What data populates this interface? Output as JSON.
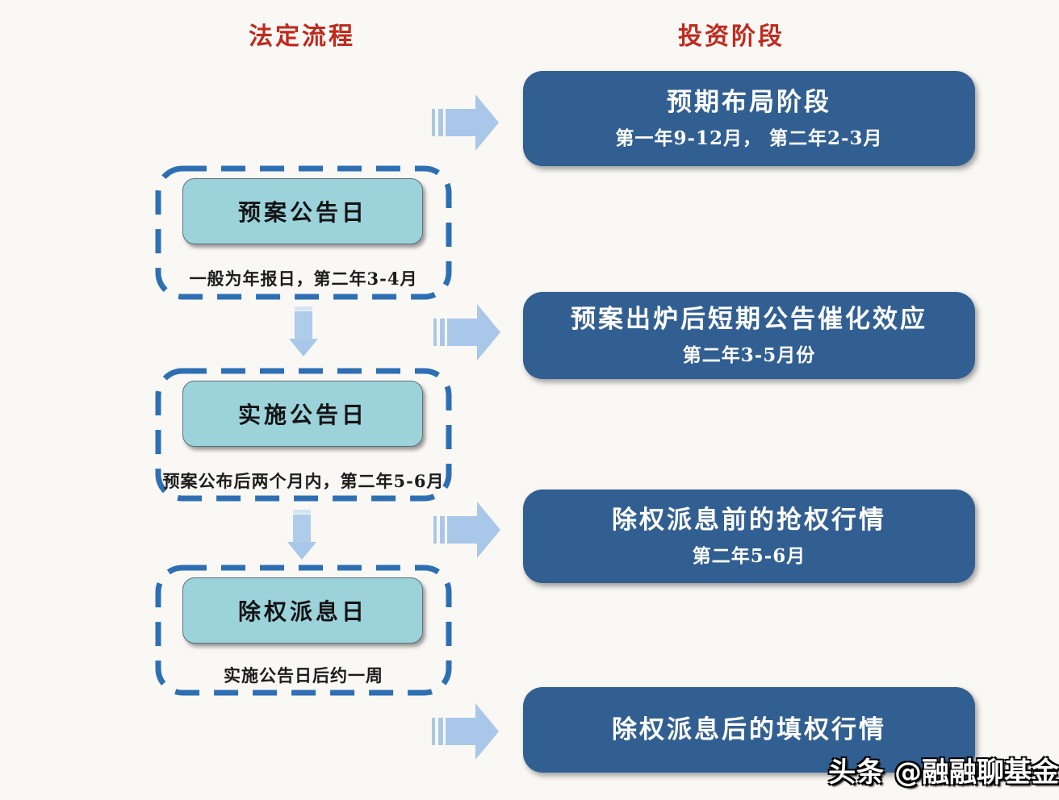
{
  "headers": {
    "left": "法定流程",
    "right": "投资阶段"
  },
  "process_steps": [
    {
      "label": "预案公告日",
      "caption": "一般为年报日，第二年3-4月"
    },
    {
      "label": "实施公告日",
      "caption": "预案公布后两个月内，第二年5-6月"
    },
    {
      "label": "除权派息日",
      "caption": "实施公告日后约一周"
    }
  ],
  "investment_stages": [
    {
      "title": "预期布局阶段",
      "subtitle": "第一年9-12月， 第二年2-3月"
    },
    {
      "title": "预案出炉后短期公告催化效应",
      "subtitle": "第二年3-5月份"
    },
    {
      "title": "除权派息前的抢权行情",
      "subtitle": "第二年5-6月"
    },
    {
      "title": "除权派息后的填权行情",
      "subtitle": ""
    }
  ],
  "watermark": {
    "badge": "头条",
    "handle": "@融融聊基金"
  },
  "colors": {
    "header_red": "#c02a1e",
    "stage_dark_blue": "#325f92",
    "node_light_cyan": "#9cd3db",
    "dashed_border_blue": "#2e6fb3",
    "arrow_light_blue": "#a9c7e8",
    "background": "#faf8f5"
  }
}
